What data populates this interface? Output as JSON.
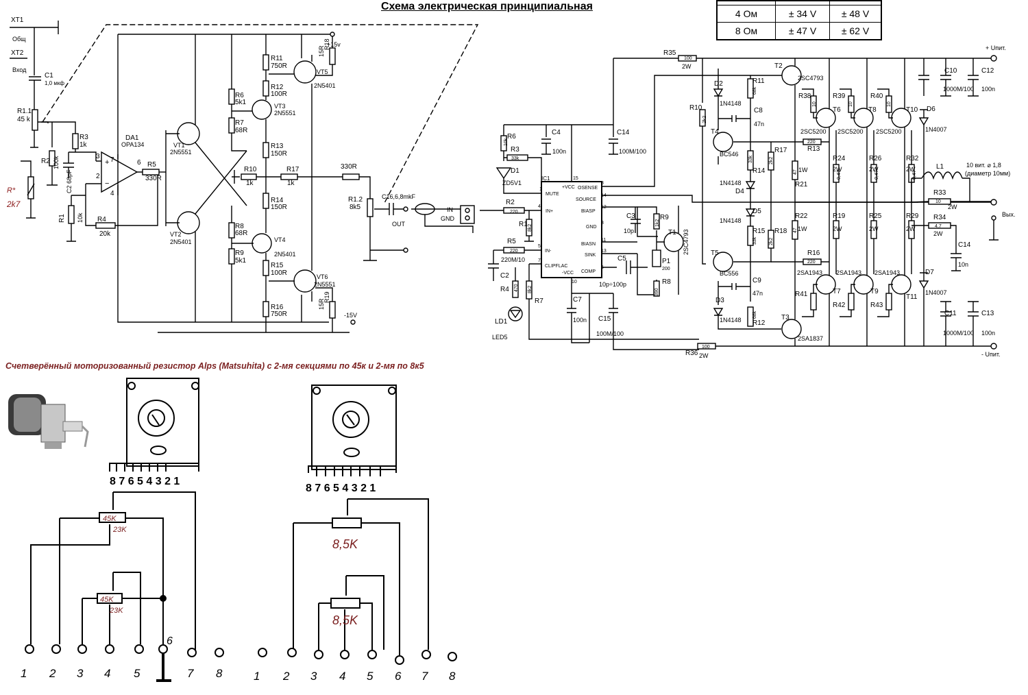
{
  "title": "Схема электрическая принципиальная",
  "pot_caption": "Счетверённый моторизованный резистор Alps (Matsuhita) с 2-мя секциями по 45к и 2-мя по 8к5",
  "spec_table": {
    "rows": [
      [
        "4 Ом",
        "± 34 V",
        "± 48 V"
      ],
      [
        "8 Ом",
        "± 47 V",
        "± 62 V"
      ]
    ]
  },
  "preamp_labels": {
    "xt1": "XT1",
    "common": "Общ",
    "xt2": "XT2",
    "input": "Вход",
    "c1": "C1",
    "c1_val": "1,0 мкф",
    "r11_pot": "R1.1",
    "r11_val": "45 k",
    "r3": "R3",
    "r3_val": "1k",
    "r2": "R2",
    "r2_val": "100k",
    "c2": "C2 68pF",
    "rstar": "R*",
    "rstar_val": "2k7",
    "r1": "R1",
    "r1_val": "10k",
    "r4": "R4",
    "r4_val": "20k",
    "da1": "DA1",
    "da1_type": "OPA134",
    "pin7": "7",
    "pin3": "3",
    "pin2": "2",
    "pin6": "6",
    "pin4": "4",
    "plus": "+",
    "minus": "−",
    "r5": "R5",
    "r5_val": "330R",
    "vt1": "VT1",
    "vt1_type": "2N5551",
    "vt2": "VT2",
    "vt2_type": "2N5401",
    "r6": "R6",
    "r6_val": "5k1",
    "r7": "R7",
    "r7_val": "68R",
    "r11": "R11",
    "r11b_val": "750R",
    "r12": "R12",
    "r12_val": "100R",
    "vt3": "VT3",
    "vt3_type": "2N5551",
    "r13": "R13",
    "r13_val": "150R",
    "r10": "R10",
    "r10_val": "1k",
    "r17": "R17",
    "r17_val": "1k",
    "r14": "R14",
    "r14_val": "150R",
    "r8": "R8",
    "r8_val": "68R",
    "vt4": "VT4",
    "vt4_type": "2N5401",
    "r9": "R9",
    "r9_val": "5k1",
    "r15": "R15",
    "r15_val": "100R",
    "r16": "R16",
    "r16_val": "750R",
    "r18": "R18",
    "r18_val": "15R",
    "vt5": "VT5",
    "vt5_type": "2N5401",
    "vt6": "VT6",
    "vt6_type": "2N5551",
    "r19": "R19",
    "r19_val": "15R",
    "plus15": "+15v",
    "minus15": "-15V",
    "out330": "330R",
    "r12pot": "R1.2",
    "r12pot_val": "8k5",
    "c16": "C16,6,8mkF",
    "out": "OUT",
    "in": "IN",
    "gnd": "GND"
  },
  "amp_labels": {
    "r6": "R6",
    "r6_val": "10k",
    "r3": "R3",
    "r3_val": "33k",
    "d1": "D1",
    "d1_type": "ZD5V1",
    "c4": "C4",
    "c4_val": "100n",
    "c14": "C14",
    "c14_val": "100M/100",
    "ic1": "IC1",
    "mute": "MUTE",
    "vcc": "+VCC",
    "osense": "OSENSE",
    "source": "SOURCE",
    "biasp": "BIASP",
    "gnd": "GND",
    "biasn": "BIASN",
    "sink": "SINK",
    "inp": "IN+",
    "inm": "IN-",
    "clipflag": "CLIPFLAC",
    "mvcc": "-VCC",
    "comp": "COMP",
    "p1": "1",
    "p4": "4",
    "p5": "5",
    "p7": "7",
    "p8": "8",
    "p10": "10",
    "p11": "11",
    "p12": "12",
    "p13": "13",
    "p14": "14",
    "p15": "15",
    "p6": "6",
    "p3": "3",
    "r2": "R2",
    "r2_val": "220",
    "r1": "R1",
    "r1_val": "8k2",
    "r5": "R5",
    "r5_val": "220",
    "c2": "C2",
    "c2_val": "220M/10",
    "r4": "R4",
    "r4_val": "470",
    "ld1": "LD1",
    "led5": "LED5",
    "r7": "R7",
    "r7_val": "8k2",
    "c7": "C7",
    "c7_val": "100n",
    "c15": "C15",
    "c15_val": "100M/100",
    "c3": "C3",
    "c3_val": "10p",
    "c5": "C5",
    "c5_val": "10p÷100p",
    "r9": "R9",
    "r9_val": "1k2",
    "p1t": "P1",
    "p1_val": "200",
    "r8": "R8",
    "r8_val": "390",
    "t1": "T1",
    "t1_type": "2SC4793",
    "r35": "R35",
    "r35_val": "100",
    "r35_w": "2W",
    "r36": "R36",
    "r36_val": "100",
    "r36_w": "2W",
    "r10": "R10",
    "r10_val": "2k2",
    "d2": "D2",
    "d2_type": "1N4148",
    "r11": "R11",
    "r11_val": "68k",
    "c8": "C8",
    "c8_val": "47n",
    "t4": "T4",
    "t4_type": "BC546",
    "r14": "R14",
    "r14_val": "33k",
    "d4": "D4",
    "d4_type": "1N4148",
    "r17": "R17",
    "r17_val": "2k2",
    "t2": "T2",
    "t2_type": "2SC4793",
    "r13": "R13",
    "r13_val": "220",
    "r21": "R21",
    "r21_val": "47",
    "r21_w": "1W",
    "r38": "R38",
    "r39": "R39",
    "r40": "R40",
    "r38_val": "10",
    "t6": "T6",
    "t8": "T8",
    "t10": "T10",
    "q_npn": "2SC5200",
    "r24": "R24",
    "r26": "R26",
    "r32": "R32",
    "r_val_047": "0,47",
    "w2": "2W",
    "d6": "D6",
    "d6_type": "1N4007",
    "c10": "C10",
    "c10_val": "1000M/100",
    "c12": "C12",
    "c12_val": "100n",
    "uplus": "+ Uпит.",
    "uminus": "- Uпит.",
    "l1": "L1",
    "l1_note1": "10 вит. ⌀ 1,8",
    "l1_note2": "(диаметр 10мм)",
    "r33": "R33",
    "r33_val": "10",
    "r33_w": "2W",
    "vyh": "Вых.",
    "r34": "R34",
    "r34_val": "4,7",
    "r34_w": "2W",
    "c14b": "C14",
    "c14b_val": "10n",
    "d5": "D5",
    "d5_type": "1N4148",
    "r15": "R15",
    "r15_val": "33k",
    "r18": "R18",
    "r18_val": "2k2",
    "r22": "R22",
    "r22_val": "47",
    "r22_w": "1W",
    "r19": "R19",
    "r25": "R25",
    "r29": "R29",
    "t5": "T5",
    "t5_type": "BC556",
    "r16": "R16",
    "r16_val": "220",
    "q_pnp": "2SA1943",
    "t7": "T7",
    "t9": "T9",
    "t11": "T11",
    "r41": "R41",
    "r42": "R42",
    "r43": "R43",
    "c9": "C9",
    "c9_val": "47n",
    "d3": "D3",
    "d3_type": "1N4148",
    "r12": "R12",
    "r12_val": "68k",
    "t3": "T3",
    "t3_type": "2SA1837",
    "d7": "D7",
    "d7_type": "1N4007",
    "c11": "C11",
    "c11_val": "1000M/100",
    "c13": "C13",
    "c13_val": "100n"
  },
  "pot_drawings": {
    "header_pins": "8 7 6 5 4 3 2 1",
    "left": {
      "r_top": "45K",
      "r_top_sub": "23K",
      "r_bot": "45K",
      "r_bot_sub": "23K",
      "pin6_note": "6",
      "pins": [
        "1",
        "2",
        "3",
        "4",
        "5",
        "7",
        "8"
      ]
    },
    "right": {
      "r_top": "8,5K",
      "r_bot": "8,5K",
      "pins": [
        "1",
        "2",
        "3",
        "4",
        "5",
        "6",
        "7",
        "8"
      ]
    }
  },
  "colors": {
    "ink": "#000000",
    "accent": "#8b1a1a"
  }
}
